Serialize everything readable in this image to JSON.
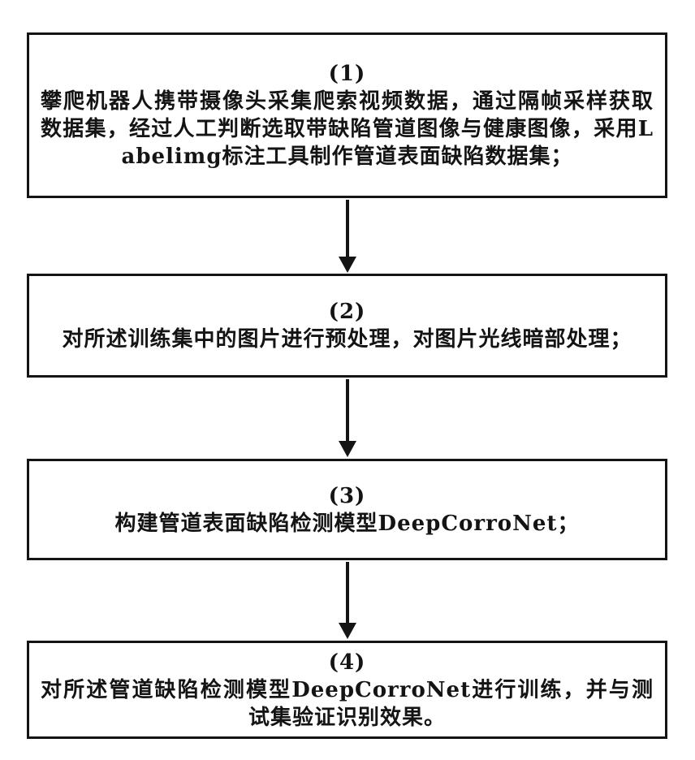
{
  "figure": {
    "type": "flowchart",
    "orientation": "vertical",
    "box_border_color": "#141414",
    "background_color": "#ffffff",
    "steps": [
      {
        "number": "(1)",
        "text": "攀爬机器人携带摄像头采集爬索视频数据，通过隔帧采样获取数据集，经过人工判断选取带缺陷管道图像与健康图像，采用Labelimg标注工具制作管道表面缺陷数据集；"
      },
      {
        "number": "(2)",
        "text": "对所述训练集中的图片进行预处理，对图片光线暗部处理；"
      },
      {
        "number": "(3)",
        "text": "构建管道表面缺陷检测模型DeepCorroNet；"
      },
      {
        "number": "(4)",
        "text": "对所述管道缺陷检测模型DeepCorroNet进行训练，并与测试集验证识别效果。"
      }
    ],
    "connectors": [
      {
        "from": "(1)",
        "to": "(2)",
        "shape": "down-arrow"
      },
      {
        "from": "(2)",
        "to": "(3)",
        "shape": "down-arrow"
      },
      {
        "from": "(3)",
        "to": "(4)",
        "shape": "down-arrow"
      }
    ]
  }
}
